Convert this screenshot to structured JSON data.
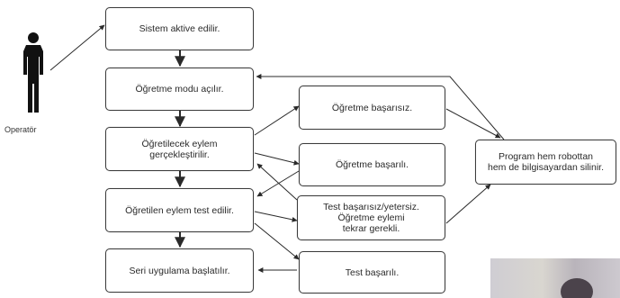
{
  "operator_label": "Operatör",
  "boxes": {
    "system_activate": "Sistem aktive edilir.",
    "teach_mode": "Öğretme modu açılır.",
    "perform_action": "Öğretilecek eylem\ngerçekleştirilir.",
    "test_action": "Öğretilen eylem test edilir.",
    "serial_start": "Seri uygulama başlatılır.",
    "teach_fail": "Öğretme başarısız.",
    "teach_success": "Öğretme başarılı.",
    "test_fail": "Test başarısız/yetersiz.\nÖğretme eylemi\ntekrar gerekli.",
    "test_success": "Test başarılı.",
    "program_delete": "Program hem robottan\nhem de bilgisayardan silinir."
  }
}
